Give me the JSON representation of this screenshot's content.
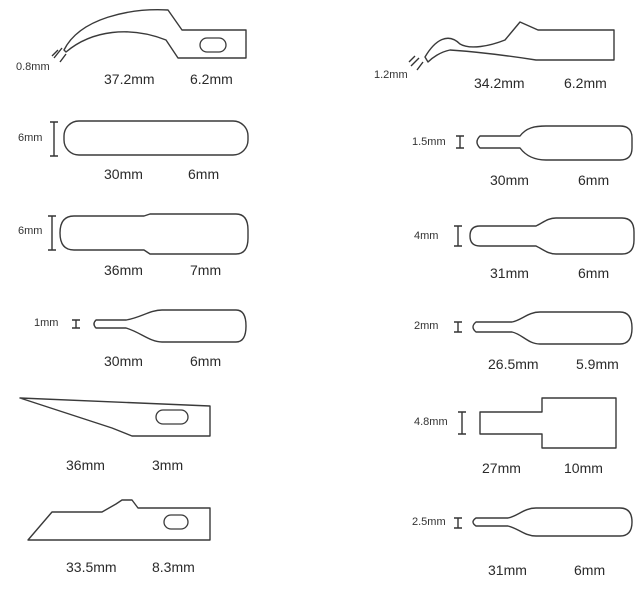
{
  "blades": [
    {
      "id": "b01",
      "height": "0.8mm",
      "length": "37.2mm",
      "width": "6.2mm"
    },
    {
      "id": "b02",
      "height": "1.2mm",
      "length": "34.2mm",
      "width": "6.2mm"
    },
    {
      "id": "b03",
      "height": "6mm",
      "length": "30mm",
      "width": "6mm"
    },
    {
      "id": "b04",
      "height": "1.5mm",
      "length": "30mm",
      "width": "6mm"
    },
    {
      "id": "b05",
      "height": "6mm",
      "length": "36mm",
      "width": "7mm"
    },
    {
      "id": "b06",
      "height": "4mm",
      "length": "31mm",
      "width": "6mm"
    },
    {
      "id": "b07",
      "height": "1mm",
      "length": "30mm",
      "width": "6mm"
    },
    {
      "id": "b08",
      "height": "2mm",
      "length": "26.5mm",
      "width": "5.9mm"
    },
    {
      "id": "b09",
      "height": "",
      "length": "36mm",
      "width": "3mm"
    },
    {
      "id": "b10",
      "height": "4.8mm",
      "length": "27mm",
      "width": "10mm"
    },
    {
      "id": "b11",
      "height": "",
      "length": "33.5mm",
      "width": "8.3mm"
    },
    {
      "id": "b12",
      "height": "2.5mm",
      "length": "31mm",
      "width": "6mm"
    }
  ]
}
